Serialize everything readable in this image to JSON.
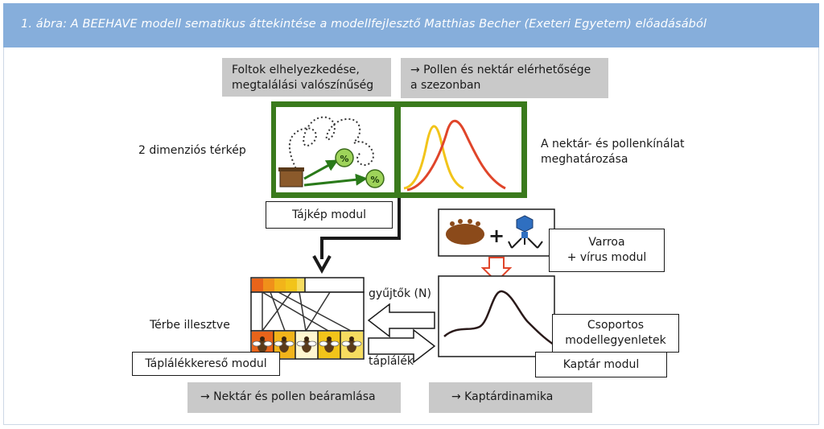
{
  "header": {
    "title": "1. ábra: A BEEHAVE modell sematikus áttekintése a modellfejlesztő Matthias Becher (Exeteri Egyetem) előadásából"
  },
  "boxes": {
    "patches": [
      "Foltok elhelyezkedése,",
      "megtalálási valószínűség"
    ],
    "pollen_season": [
      "→ Pollen és nektár elérhetősége",
      "a szezonban"
    ],
    "landscape_module": "Tájkép modul",
    "varroa_module": [
      "Varroa",
      "+ vírus modul"
    ],
    "group_equations": [
      "Csoportos",
      "modellegyenletek"
    ],
    "forager_module": "Táplálékkereső modul",
    "hive_module": "Kaptár modul",
    "nectar_inflow": "→ Nektár és pollen beáramlása",
    "hive_dynamics": "→ Kaptárdinamika"
  },
  "labels": {
    "map_2d": "2 dimenziós térkép",
    "supply": [
      "A nektár- és pollenkínálat",
      "meghatározása"
    ],
    "spatially": "Térbe illesztve",
    "foragers": "gyűjtők (N)",
    "food": "táplálék",
    "percent": "%",
    "plus": "+"
  },
  "colors": {
    "header": "#86aedb",
    "landscape_green": "#3a7a1c",
    "curve_yellow": "#f2c41a",
    "curve_red": "#e0452a",
    "hive_brown": "#8b5a2b",
    "virus_blue": "#2f6fc0",
    "arrow_outline": "#e0452a"
  }
}
